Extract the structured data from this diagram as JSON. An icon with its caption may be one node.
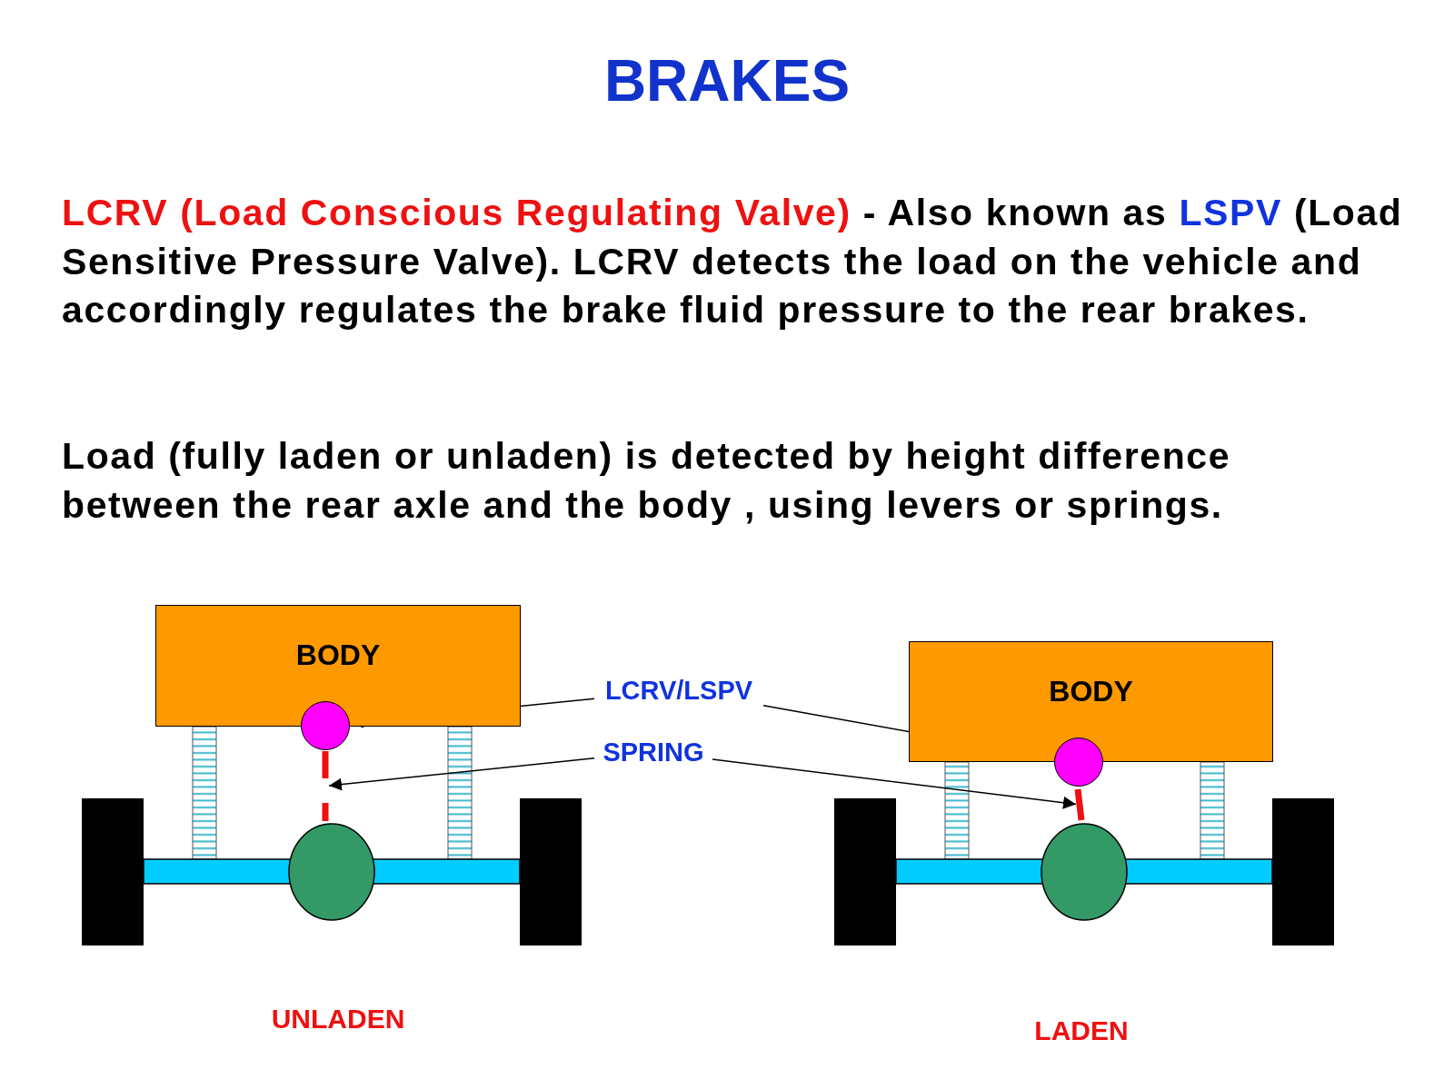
{
  "diagram": {
    "title": "BRAKES",
    "nodes": [
      {
        "text": [
          "BODY"
        ]
      },
      {
        "text": [],
        "shape": "circle"
      },
      {
        "text": [],
        "shape": "bar"
      },
      {
        "text": [
          "LCRV/LSPV"
        ]
      },
      {
        "text": [
          "SPRING"
        ]
      },
      {
        "text": [
          "BODY"
        ]
      },
      {
        "text": [],
        "shape": "circle"
      },
      {
        "text": [],
        "shape": "bar"
      }
    ],
    "edges": [
      {
        "from": 3,
        "to": 1,
        "arrow": "to"
      },
      {
        "from": 4,
        "to": 2,
        "arrow": "to"
      },
      {
        "from": 3,
        "to": 6,
        "arrow": "to"
      },
      {
        "from": 4,
        "to": 7,
        "arrow": "to"
      }
    ],
    "labels": [
      "LCRV (Load Conscious Regulating Valve)",
      "- Also known as",
      "LSPV",
      "(Load Sensitive Pressure Valve). LCRV detects the load on the vehicle and accordingly regulates the brake fluid pressure to the rear brakes.",
      "Load (fully laden or unladen) is detected by height difference between the rear axle and the body , using levers or springs.",
      "UNLADEN",
      "LADEN"
    ]
  }
}
